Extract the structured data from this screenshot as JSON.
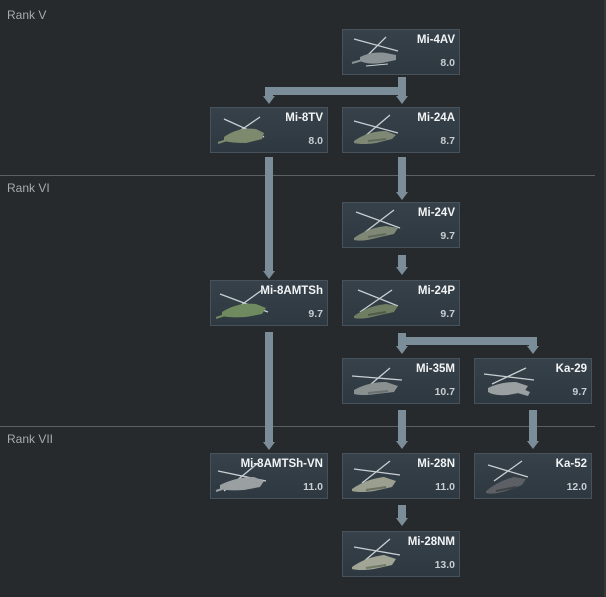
{
  "ranks": [
    {
      "label": "Rank V"
    },
    {
      "label": "Rank VI"
    },
    {
      "label": "Rank VII"
    }
  ],
  "vehicles": [
    {
      "name": "Mi-4AV",
      "br": "8.0",
      "icon": "transport-helicopter-icon"
    },
    {
      "name": "Mi-8TV",
      "br": "8.0",
      "icon": "transport-helicopter-icon"
    },
    {
      "name": "Mi-24A",
      "br": "8.7",
      "icon": "attack-helicopter-icon"
    },
    {
      "name": "Mi-24V",
      "br": "9.7",
      "icon": "attack-helicopter-icon"
    },
    {
      "name": "Mi-8AMTSh",
      "br": "9.7",
      "icon": "transport-helicopter-icon"
    },
    {
      "name": "Mi-24P",
      "br": "9.7",
      "icon": "attack-helicopter-icon"
    },
    {
      "name": "Mi-35M",
      "br": "10.7",
      "icon": "attack-helicopter-icon"
    },
    {
      "name": "Ka-29",
      "br": "9.7",
      "icon": "coaxial-helicopter-icon"
    },
    {
      "name": "Mi-8AMTSh-VN",
      "br": "11.0",
      "icon": "transport-helicopter-icon"
    },
    {
      "name": "Mi-28N",
      "br": "11.0",
      "icon": "attack-helicopter-icon"
    },
    {
      "name": "Ka-52",
      "br": "12.0",
      "icon": "coaxial-helicopter-icon"
    },
    {
      "name": "Mi-28NM",
      "br": "13.0",
      "icon": "attack-helicopter-icon"
    }
  ],
  "colors": {
    "background": "#262a2d",
    "card": "#36414a",
    "connector": "#7a8d99",
    "divider": "#5b6165"
  }
}
